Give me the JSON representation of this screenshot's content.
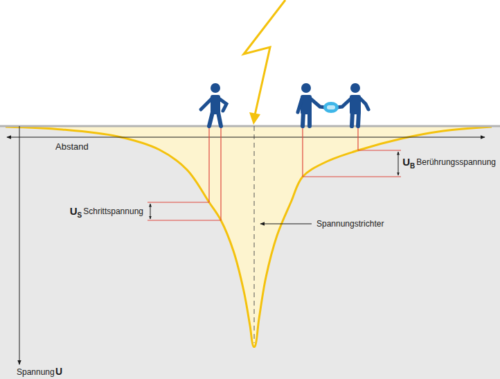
{
  "diagram": {
    "labels": [
      "Abstand",
      "U",
      "B",
      "Berührungsspannung",
      "U",
      "S",
      "Schrittspannung",
      "Spannungstrichter",
      "Spannung",
      "U"
    ]
  }
}
